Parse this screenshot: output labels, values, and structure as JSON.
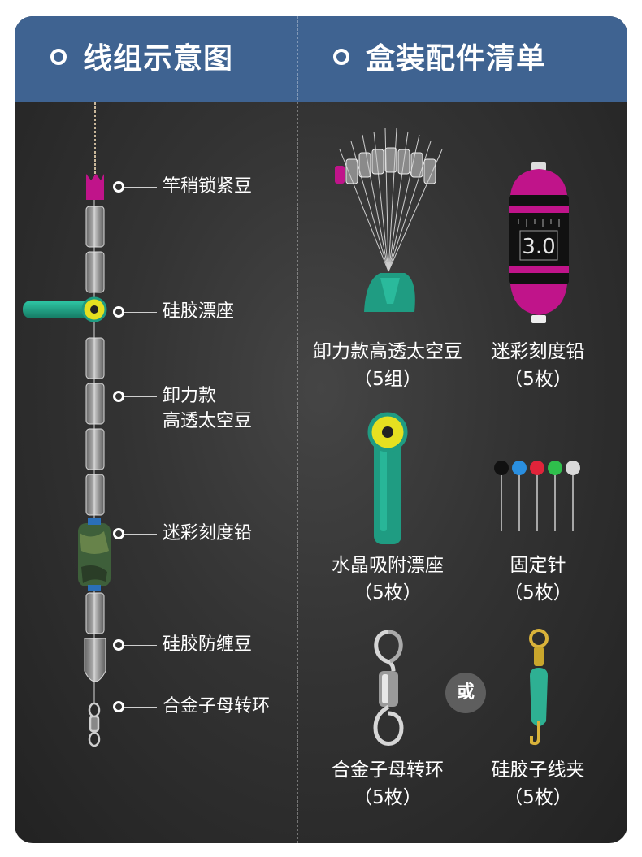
{
  "header": {
    "left_title": "线组示意图",
    "right_title": "盒装配件清单"
  },
  "rig_labels": [
    "竿稍锁紧豆",
    "硅胶漂座",
    "卸力款",
    "高透太空豆",
    "迷彩刻度铅",
    "硅胶防缠豆",
    "合金子母转环"
  ],
  "items": [
    {
      "name": "卸力款高透太空豆",
      "qty": "（5组）"
    },
    {
      "name": "迷彩刻度铅",
      "qty": "（5枚）"
    },
    {
      "name": "水晶吸附漂座",
      "qty": "（5枚）"
    },
    {
      "name": "固定针",
      "qty": "（5枚）"
    },
    {
      "name": "合金子母转环",
      "qty": "（5枚）"
    },
    {
      "name": "硅胶子线夹",
      "qty": "（5枚）"
    }
  ],
  "or_text": "或",
  "sinker_mark": "3.0",
  "colors": {
    "header_bg": "#3f6391",
    "magenta": "#c0148a",
    "teal": "#1f9c82",
    "yellow": "#e6e020"
  },
  "pin_head_colors": [
    "#111111",
    "#2a8fe0",
    "#e0243a",
    "#2fbf4c",
    "#d9d9d9"
  ]
}
